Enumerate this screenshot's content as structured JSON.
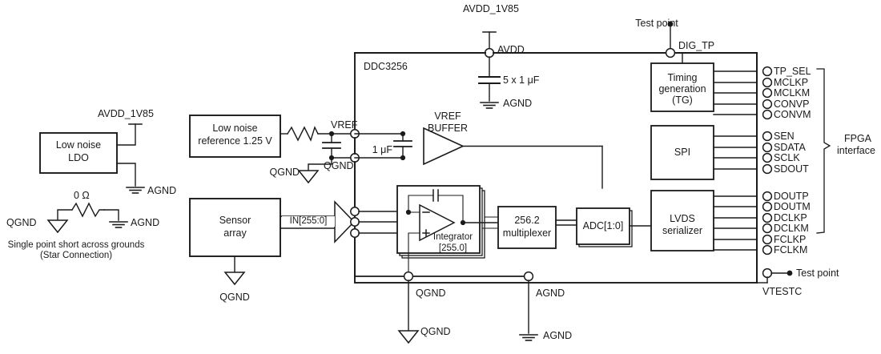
{
  "diagram": {
    "title": "DDC3256 application block diagram",
    "chip_label": "DDC3256",
    "stroke_color": "#1a1a1a",
    "fill_color": "#ffffff"
  },
  "supply": {
    "ldo_block_line1": "Low noise",
    "ldo_block_line2": "LDO",
    "ldo_out_label": "AVDD_1V85",
    "ldo_agnd_label": "AGND",
    "resistor_value": "0 Ω",
    "res_left_gnd": "QGND",
    "res_right_gnd": "AGND",
    "note_line1": "Single point short across grounds",
    "note_line2": "(Star Connection)"
  },
  "reference": {
    "block_line1": "Low noise",
    "block_line2": "reference 1.25 V",
    "cap_gnd_label": "QGND",
    "pin_qgnd_label": "QGND",
    "pin_vref_label": "VREF",
    "cap_value": "1 μF",
    "buffer_line1": "VREF",
    "buffer_line2": "BUFFER"
  },
  "sensor": {
    "block_line1": "Sensor",
    "block_line2": "array",
    "bus_label": "IN[255:0]",
    "gnd_label": "QGND"
  },
  "avdd_rail": {
    "source_label": "AVDD_1V85",
    "pin_label": "AVDD",
    "cap_value": "5 x 1 μF",
    "cap_gnd_label": "AGND"
  },
  "dig_tp": {
    "test_point_label": "Test point",
    "pin_label": "DIG_TP"
  },
  "core": {
    "integrator_line1": "Integrator",
    "integrator_line2": "[255.0]",
    "mux_line1": "256.2",
    "mux_line2": "multiplexer",
    "adc_label": "ADC[1:0]"
  },
  "digital_blocks": [
    {
      "name": "timing-generation",
      "lines": [
        "Timing",
        "generation",
        "(TG)"
      ]
    },
    {
      "name": "spi",
      "lines": [
        "SPI"
      ]
    },
    {
      "name": "lvds-serializer",
      "lines": [
        "LVDS",
        "serializer"
      ]
    }
  ],
  "pins_right": [
    {
      "label": "TP_SEL",
      "group": "tg"
    },
    {
      "label": "MCLKP",
      "group": "tg"
    },
    {
      "label": "MCLKM",
      "group": "tg"
    },
    {
      "label": "CONVP",
      "group": "tg"
    },
    {
      "label": "CONVM",
      "group": "tg"
    },
    {
      "label": "SEN",
      "group": "spi"
    },
    {
      "label": "SDATA",
      "group": "spi"
    },
    {
      "label": "SCLK",
      "group": "spi"
    },
    {
      "label": "SDOUT",
      "group": "spi"
    },
    {
      "label": "DOUTP",
      "group": "lvds"
    },
    {
      "label": "DOUTM",
      "group": "lvds"
    },
    {
      "label": "DCLKP",
      "group": "lvds"
    },
    {
      "label": "DCLKM",
      "group": "lvds"
    },
    {
      "label": "FCLKP",
      "group": "lvds"
    },
    {
      "label": "FCLKM",
      "group": "lvds"
    }
  ],
  "fpga": {
    "line1": "FPGA",
    "line2": "interface"
  },
  "vtestc": {
    "test_point_label": "Test point",
    "pin_label": "VTESTC"
  },
  "bottom_grounds": {
    "qgnd_pin_label": "QGND",
    "qgnd_symbol_label": "QGND",
    "agnd_pin_label": "AGND",
    "agnd_symbol_label": "AGND"
  }
}
